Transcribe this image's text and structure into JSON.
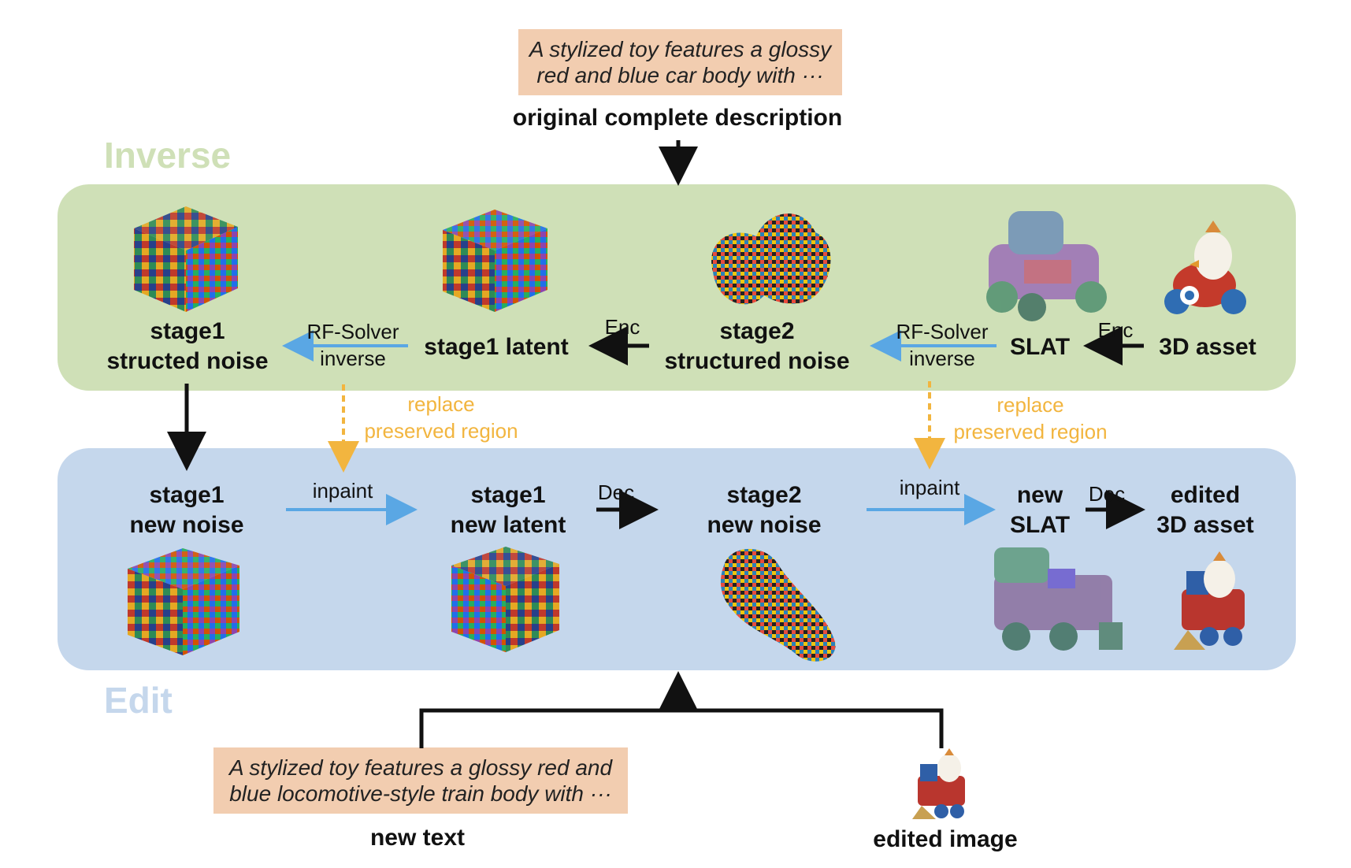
{
  "sections": {
    "inverse": "Inverse",
    "edit": "Edit"
  },
  "prompts": {
    "original": {
      "line1": "A stylized toy features a glossy",
      "line2": "red and blue car body with ···",
      "caption": "original complete description"
    },
    "new": {
      "line1": "A stylized toy features a glossy red and",
      "line2": "blue locomotive-style train body with ···",
      "caption": "new text"
    },
    "edited_image_caption": "edited image"
  },
  "inverse_row": {
    "stage1_noise": {
      "line1": "stage1",
      "line2": "structed noise"
    },
    "solver_left": {
      "line1": "RF-Solver",
      "line2": "inverse"
    },
    "stage1_latent": "stage1 latent",
    "enc_left": "Enc",
    "stage2_noise": {
      "line1": "stage2",
      "line2": "structured noise"
    },
    "solver_right": {
      "line1": "RF-Solver",
      "line2": "inverse"
    },
    "slat": "SLAT",
    "enc_right": "Enc",
    "asset": "3D asset"
  },
  "replace": {
    "line1": "replace",
    "line2": "preserved region"
  },
  "edit_row": {
    "stage1_noise": {
      "line1": "stage1",
      "line2": "new noise"
    },
    "inpaint_left": "inpaint",
    "stage1_latent": {
      "line1": "stage1",
      "line2": "new latent"
    },
    "dec_left": "Dec",
    "stage2_noise": {
      "line1": "stage2",
      "line2": "new noise"
    },
    "inpaint_right": "inpaint",
    "slat": {
      "line1": "new",
      "line2": "SLAT"
    },
    "dec_right": "Dec",
    "asset": {
      "line1": "edited",
      "line2": "3D asset"
    }
  },
  "colors": {
    "inverse_panel": "#cfe0b7",
    "edit_panel": "#c5d7ec",
    "prompt_box": "#f2cdb0",
    "blue_arrow": "#5aa7e4",
    "yellow_dashed": "#f2b53f",
    "black_arrow": "#111111"
  }
}
